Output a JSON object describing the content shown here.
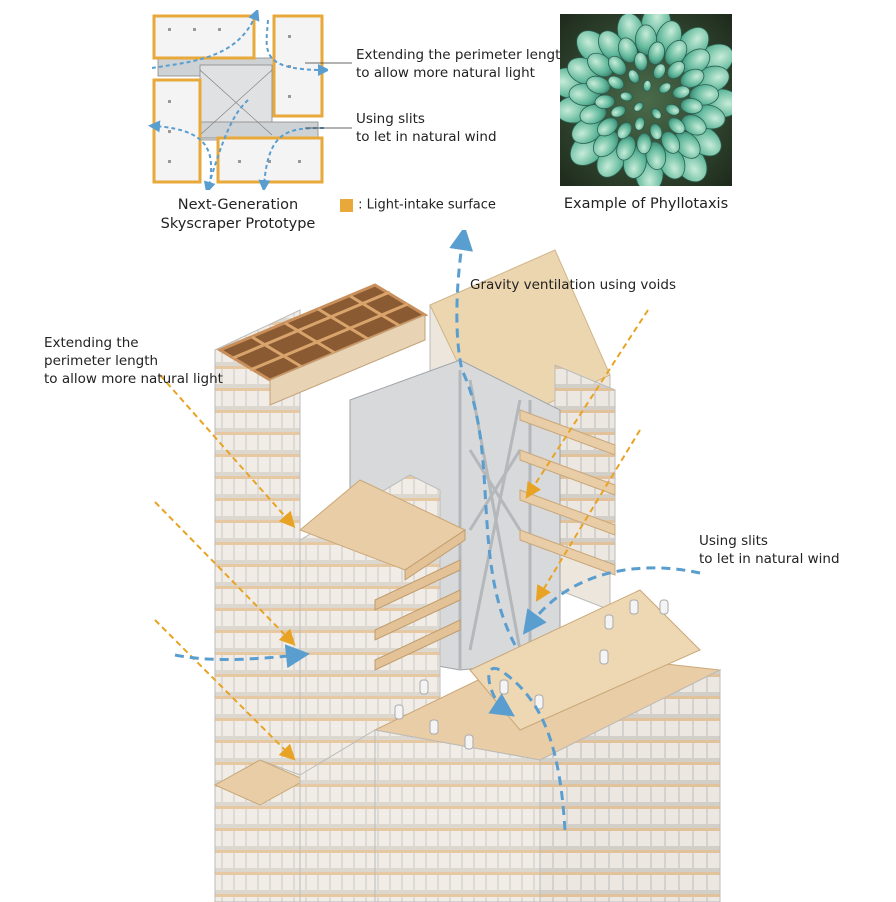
{
  "plan": {
    "label_perimeter_line1": "Extending the perimeter length",
    "label_perimeter_line2": "to allow more natural light",
    "label_slits_line1": "Using slits",
    "label_slits_line2": "to let in natural wind",
    "caption_line1": "Next-Generation",
    "caption_line2": "Skyscraper Prototype"
  },
  "legend": {
    "text": ": Light-intake surface",
    "swatch_color": "#E9A93A"
  },
  "photo": {
    "caption": "Example of Phyllotaxis"
  },
  "building": {
    "label_gravity": "Gravity ventilation using voids",
    "label_perimeter_line1": "Extending the",
    "label_perimeter_line2": "perimeter length",
    "label_perimeter_line3": "to allow more natural light",
    "label_slits_line1": "Using slits",
    "label_slits_line2": "to let in natural wind"
  },
  "colors": {
    "light_arrow": "#E8A325",
    "wind_arrow": "#5A9ED0",
    "wood": "#E7C9A0",
    "steel": "#D7D9DB"
  }
}
